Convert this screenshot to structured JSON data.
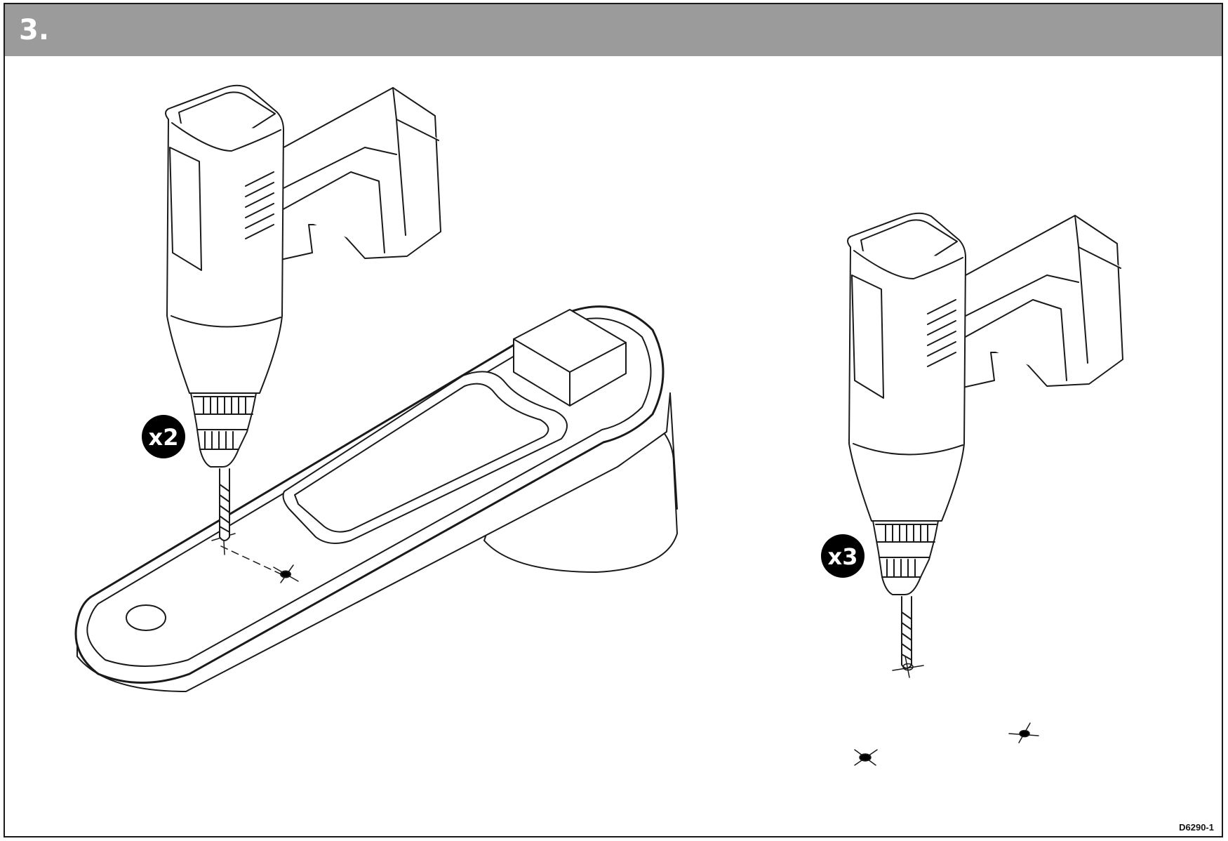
{
  "step": {
    "number": "3."
  },
  "callouts": {
    "left_badge": "x2",
    "right_badge": "x3"
  },
  "footer": {
    "reference": "D6290-1"
  },
  "icons": [
    "drill-icon",
    "mounting-bracket-icon",
    "drill-mark-icon"
  ],
  "colors": {
    "header": "#9b9b9b",
    "line": "#1a1a1a",
    "badge": "#000000"
  }
}
